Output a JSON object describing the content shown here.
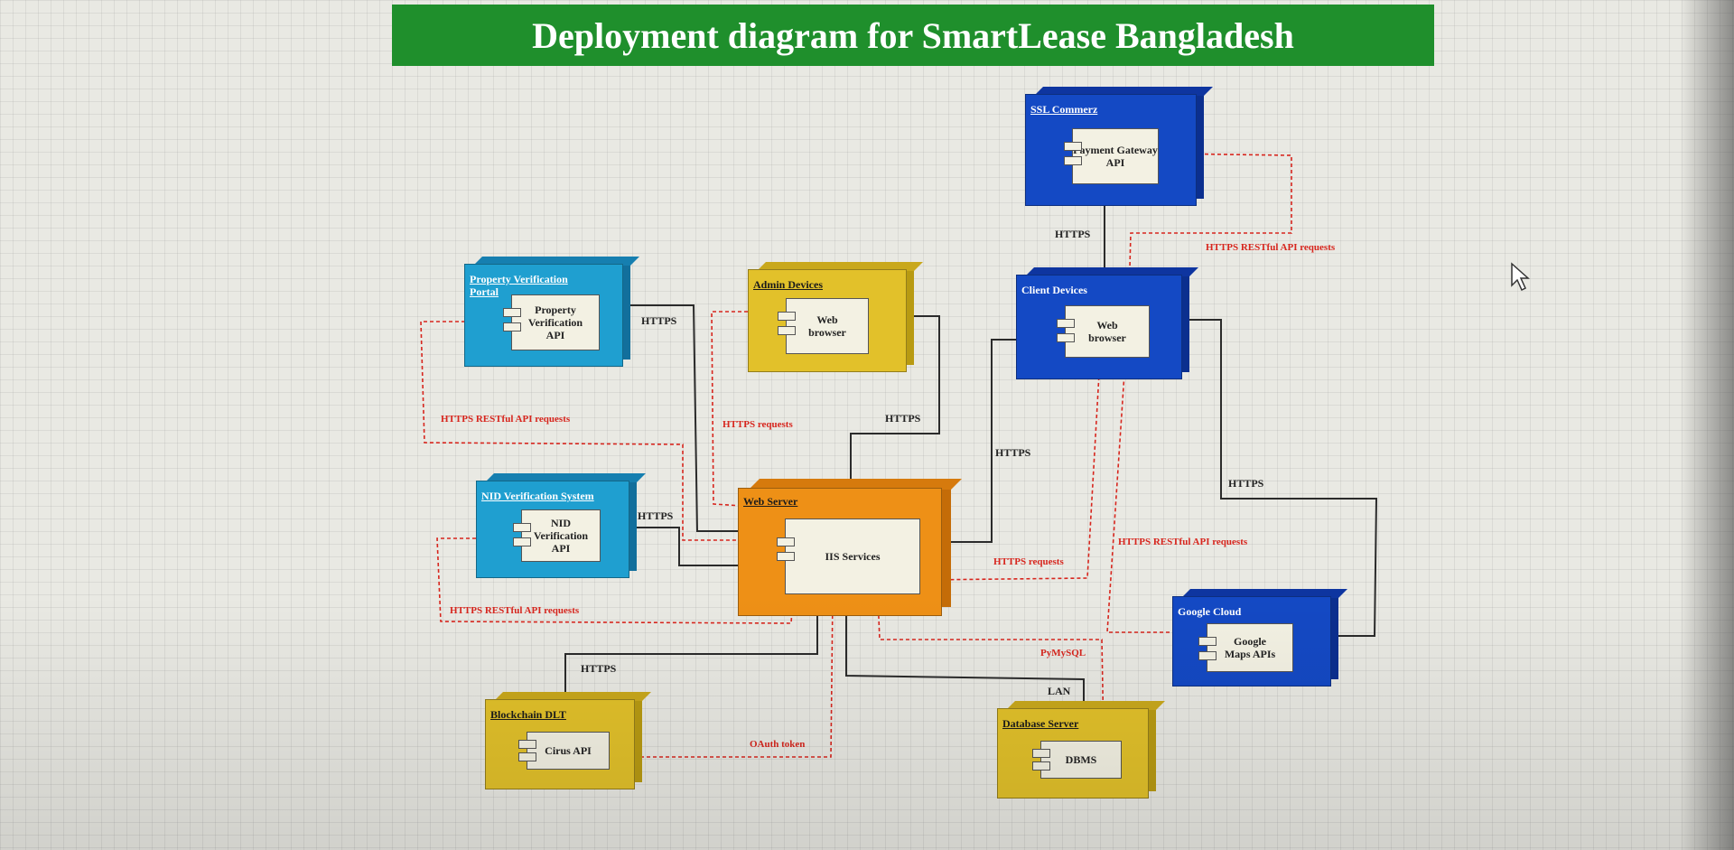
{
  "title": "Deployment diagram for SmartLease Bangladesh",
  "colors": {
    "title_bg": "#1f8f2c",
    "blue_node": "#1449c4",
    "cyan_node": "#1f9fd0",
    "yellow_node": "#e2c12a",
    "orange_node": "#ee9016",
    "solid_link": "#2b2b2b",
    "dashed_link": "#d7261e"
  },
  "nodes": {
    "ssl": {
      "name": "SSL Commerz",
      "component": "Payment Gateway API"
    },
    "client": {
      "name": "Client Devices",
      "component": "Web browser"
    },
    "admin": {
      "name": "Admin Devices",
      "component": "Web browser"
    },
    "property": {
      "name": "Property Verification Portal",
      "component": "Property Verification API"
    },
    "nid": {
      "name": "NID Verification System",
      "component": "NID Verification API"
    },
    "webserver": {
      "name": "Web Server",
      "component": "IIS Services"
    },
    "blockchain": {
      "name": "Blockchain DLT",
      "component": "Cirus API"
    },
    "database": {
      "name": "Database Server",
      "component": "DBMS"
    },
    "google": {
      "name": "Google Cloud",
      "component": "Google Maps APIs"
    }
  },
  "links": {
    "https_ssl": "HTTPS",
    "https_property": "HTTPS",
    "https_admin": "HTTPS",
    "https_client": "HTTPS",
    "https_nid": "HTTPS",
    "https_google": "HTTPS",
    "https_blockchain": "HTTPS",
    "lan": "LAN",
    "restful_ssl": "HTTPS RESTful API requests",
    "restful_property": "HTTPS RESTful API requests",
    "requests_admin": "HTTPS requests",
    "restful_nid": "HTTPS RESTful API requests",
    "requests_client": "HTTPS requests",
    "restful_google": "HTTPS RESTful API requests",
    "pymysql": "PyMySQL",
    "oauth": "OAuth token"
  }
}
